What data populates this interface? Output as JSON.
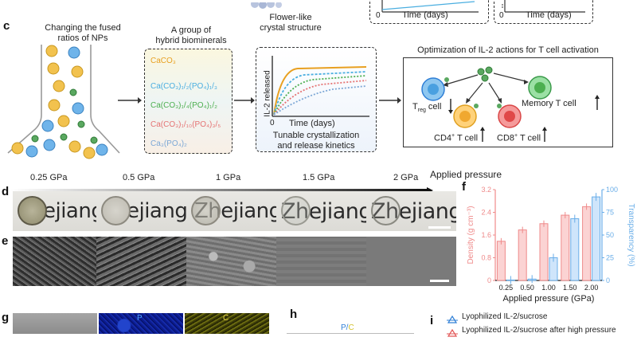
{
  "panel_labels": {
    "c": "c",
    "d": "d",
    "e": "e",
    "f": "f",
    "g": "g",
    "h": "h",
    "i": "i"
  },
  "top": {
    "flower_label": "Flower-like\ncrystal structure",
    "small_chart1_xlabel": "Time (days)",
    "small_chart2_xlabel": "Time (days)",
    "small_chart_origin": "0",
    "small_chart2_origin": "0"
  },
  "panel_c": {
    "funnel_title": "Changing the fused\nratios of NPs",
    "biominerals_title": "A group of\nhybrid biominerals",
    "biominerals": [
      {
        "label": "CaCO₃",
        "color": "#e8a020"
      },
      {
        "label": "Ca(CO₃)₁/₂(PO₄)₁/₃",
        "color": "#4aaee0"
      },
      {
        "label": "Ca(CO₃)₁/₄(PO₄)₁/₂",
        "color": "#4caf50"
      },
      {
        "label": "Ca(CO₃)₁/₁₀(PO₄)₃/₅",
        "color": "#e57373"
      },
      {
        "label": "Ca₃(PO₄)₂",
        "color": "#7da8d6"
      }
    ],
    "release_ylabel": "IL-2 released",
    "release_xlabel": "Time (days)",
    "release_origin": "0",
    "release_caption": "Tunable crystallization\nand release kinetics",
    "tcell_title": "Optimization of IL-2 actions for T cell activation",
    "cells": {
      "treg": "T",
      "treg_sub": "reg",
      "treg_suffix": " cell",
      "memory": "Memory T cell",
      "cd4": "CD4",
      "cd4_sup": "+",
      "cd4_suffix": " T cell",
      "cd8": "CD8",
      "cd8_sup": "+",
      "cd8_suffix": " T cell"
    }
  },
  "panel_d": {
    "pressures": [
      "0.25 GPa",
      "0.5 GPa",
      "1 GPa",
      "1.5 GPa",
      "2 GPa"
    ],
    "axis_label": "Applied pressure",
    "photo_texts": [
      "hejiang",
      "nejiang",
      "Zhejiang",
      "Zhejiang",
      "Zhejiang"
    ]
  },
  "panel_g": {
    "map_labels": [
      "P",
      "C"
    ]
  },
  "panel_h": {
    "label": "P/C"
  },
  "panel_i": {
    "legend": [
      {
        "label": "Lyophilized IL-2/sucrose",
        "color": "#2f7fd6"
      },
      {
        "label": "Lyophilized IL-2/sucrose after high pressure",
        "color": "#e25555"
      }
    ]
  },
  "chart_data": {
    "type": "bar",
    "categories": [
      "0.25",
      "0.50",
      "1.00",
      "1.50",
      "2.00"
    ],
    "xlabel": "Applied pressure (GPa)",
    "ylabel": "Density (g cm⁻³)",
    "y2label": "Transparency (%)",
    "ylim": [
      0,
      3.2
    ],
    "yticks": [
      "0",
      "0.8",
      "1.6",
      "2.4",
      "3.2"
    ],
    "y2lim": [
      0,
      100
    ],
    "y2ticks": [
      "0",
      "25",
      "50",
      "75",
      "100"
    ],
    "series": [
      {
        "name": "Density",
        "axis": "left",
        "color": "#ef8a8a",
        "values": [
          1.38,
          1.78,
          2.0,
          2.3,
          2.6
        ]
      },
      {
        "name": "Transparency",
        "axis": "right",
        "color": "#6aaee8",
        "values": [
          0.5,
          1.5,
          25,
          68,
          92
        ]
      }
    ]
  }
}
